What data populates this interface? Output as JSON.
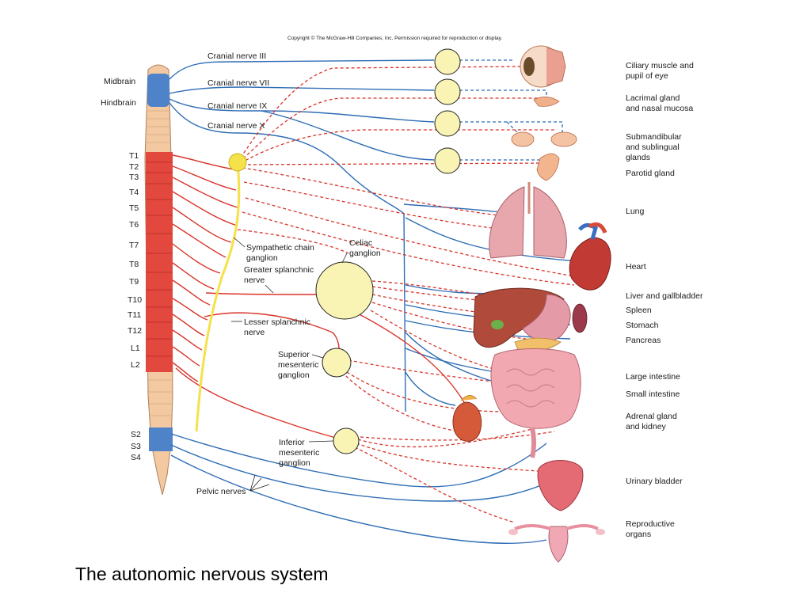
{
  "copyright": "Copyright © The McGraw-Hill Companies, Inc. Permission required for reproduction or display.",
  "caption": "The autonomic nervous system",
  "cord": {
    "brain": [
      "Midbrain",
      "Hindbrain"
    ],
    "thoracic": [
      "T1",
      "T2",
      "T3",
      "T4",
      "T5",
      "T6",
      "T7",
      "T8",
      "T9",
      "T10",
      "T11",
      "T12"
    ],
    "lumbar": [
      "L1",
      "L2"
    ],
    "sacral": [
      "S2",
      "S3",
      "S4"
    ]
  },
  "cranial_nerves": [
    "Cranial nerve III",
    "Cranial nerve VII",
    "Cranial nerve IX",
    "Cranial nerve X"
  ],
  "ganglia": {
    "sympathetic_chain": [
      "Sympathetic chain",
      "ganglion"
    ],
    "celiac": [
      "Celiac",
      "ganglion"
    ],
    "superior_mesenteric": [
      "Superior",
      "mesenteric",
      "ganglion"
    ],
    "inferior_mesenteric": [
      "Inferior",
      "mesenteric",
      "ganglion"
    ]
  },
  "nerves": {
    "greater_splanchnic": [
      "Greater splanchnic",
      "nerve"
    ],
    "lesser_splanchnic": [
      "Lesser splanchnic",
      "nerve"
    ],
    "pelvic": "Pelvic nerves"
  },
  "organs": [
    [
      "Ciliary muscle and",
      "pupil of eye"
    ],
    [
      "Lacrimal gland",
      "and nasal mucosa"
    ],
    [
      "Submandibular",
      "and sublingual",
      "glands"
    ],
    [
      "Parotid gland"
    ],
    [
      "Lung"
    ],
    [
      "Heart"
    ],
    [
      "Liver and gallbladder"
    ],
    [
      "Spleen"
    ],
    [
      "Stomach"
    ],
    [
      "Pancreas"
    ],
    [
      "Large intestine"
    ],
    [
      "Small intestine"
    ],
    [
      "Adrenal gland",
      "and kidney"
    ],
    [
      "Urinary bladder"
    ],
    [
      "Reproductive",
      "organs"
    ]
  ],
  "colors": {
    "parasympathetic": "#2e6db4",
    "sympathetic": "#d8342a",
    "ganglion_fill": "#f9f3b4",
    "cord_thoracolumbar": "#e2483e",
    "cord_brain": "#4f83c9",
    "cord_tissue": "#f3c9a2"
  }
}
